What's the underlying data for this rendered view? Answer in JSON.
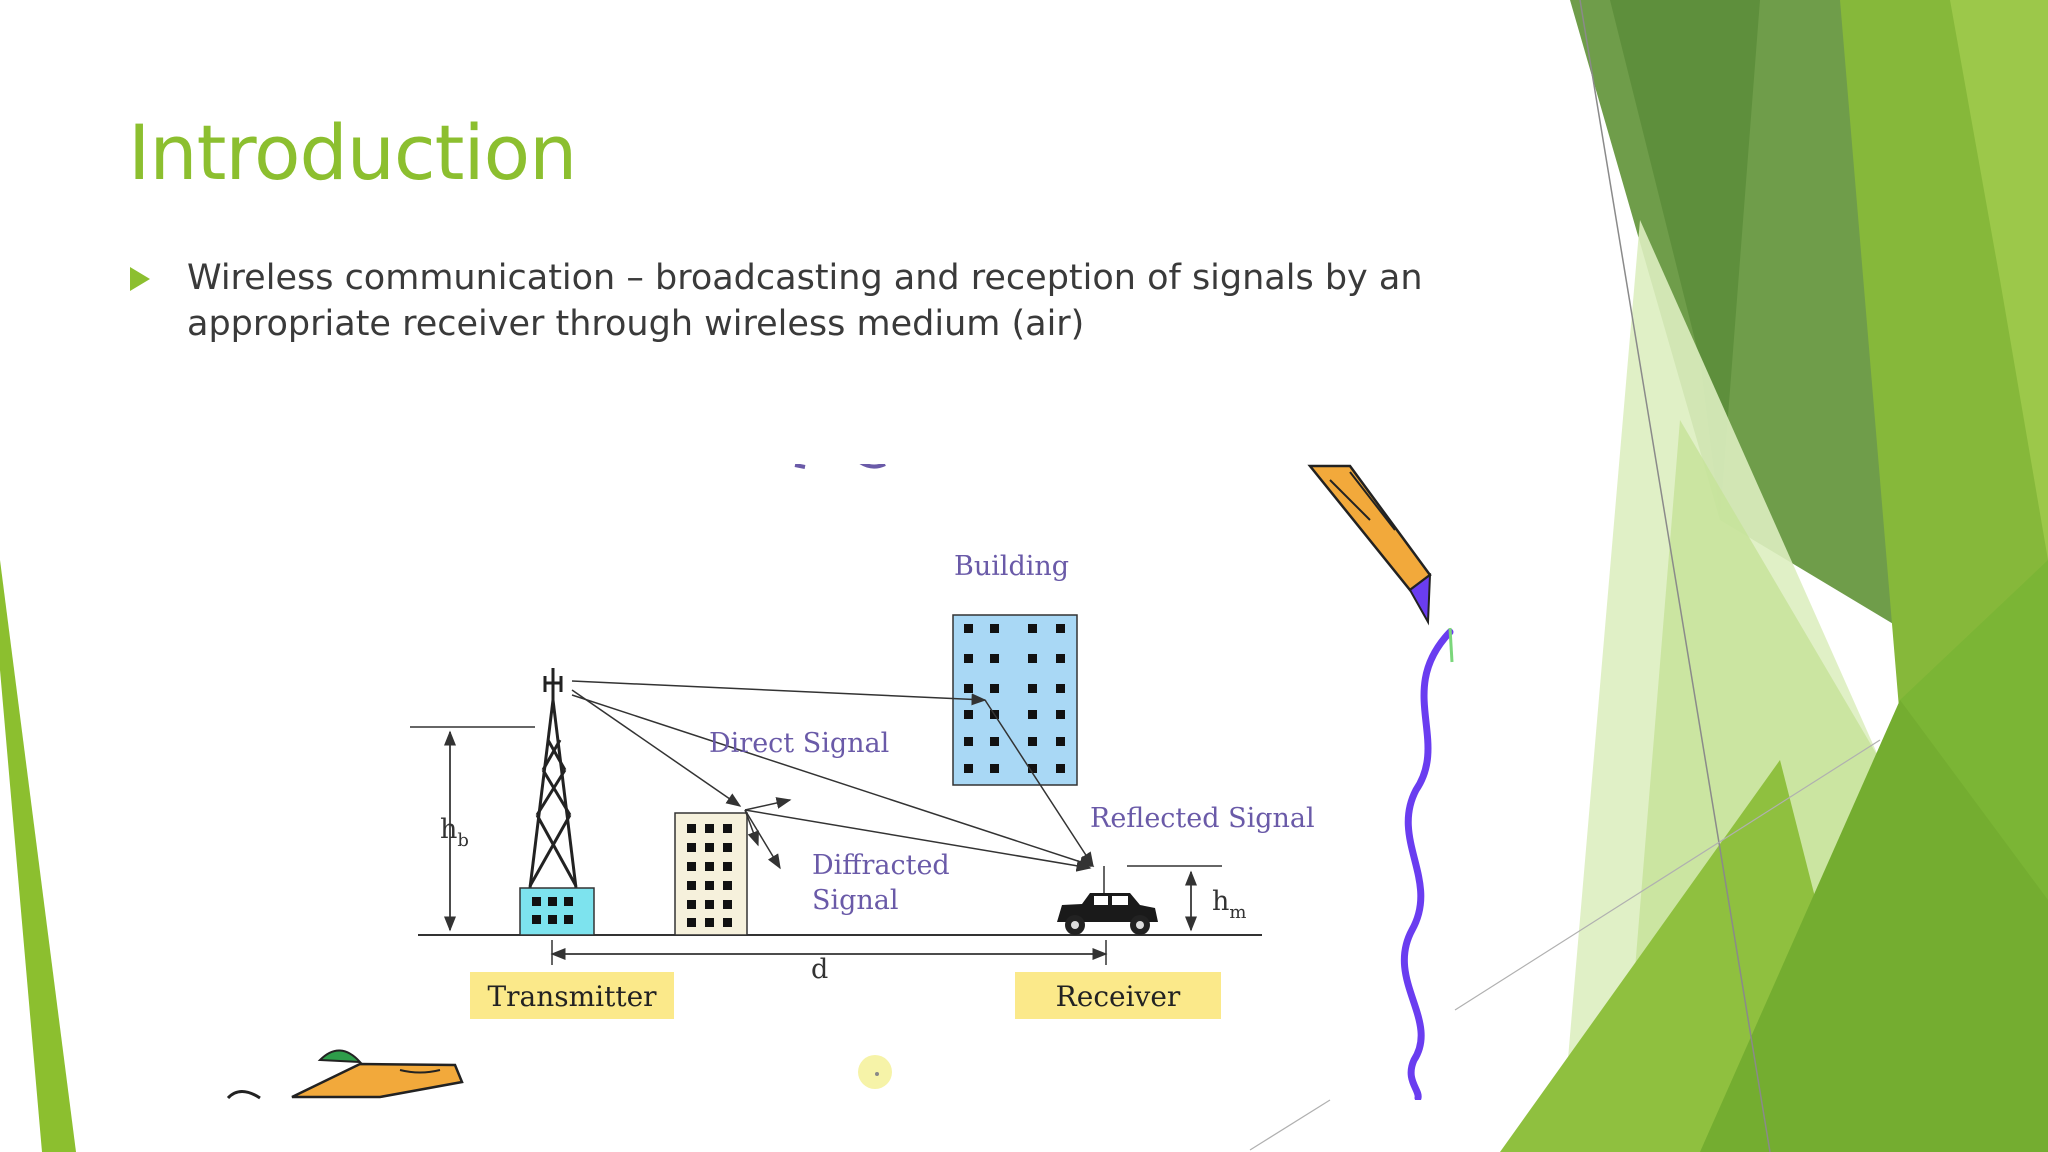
{
  "slide": {
    "title": "Introduction",
    "bullets": [
      "Wireless communication – broadcasting and reception of signals by an appropriate receiver through wireless medium (air)"
    ]
  },
  "diagram": {
    "labels": {
      "building": "Building",
      "direct_signal": "Direct Signal",
      "reflected_signal": "Reflected Signal",
      "diffracted_signal_line1": "Diffracted",
      "diffracted_signal_line2": "Signal",
      "base_height": "h",
      "base_height_sub": "b",
      "mobile_height": "h",
      "mobile_height_sub": "m",
      "distance": "d",
      "transmitter": "Transmitter",
      "receiver": "Receiver"
    },
    "icons": [
      "antenna-tower-icon",
      "building-icon",
      "car-icon",
      "pencil-icon",
      "pen-icon"
    ]
  },
  "colors": {
    "accent_green": "#8cbf2f",
    "label_purple": "#6a5aa8",
    "label_box_yellow": "#fbe98a",
    "tower_cyan": "#7de3ee",
    "building_blue": "#a9d8f5",
    "wave_purple": "#6a3df0"
  }
}
